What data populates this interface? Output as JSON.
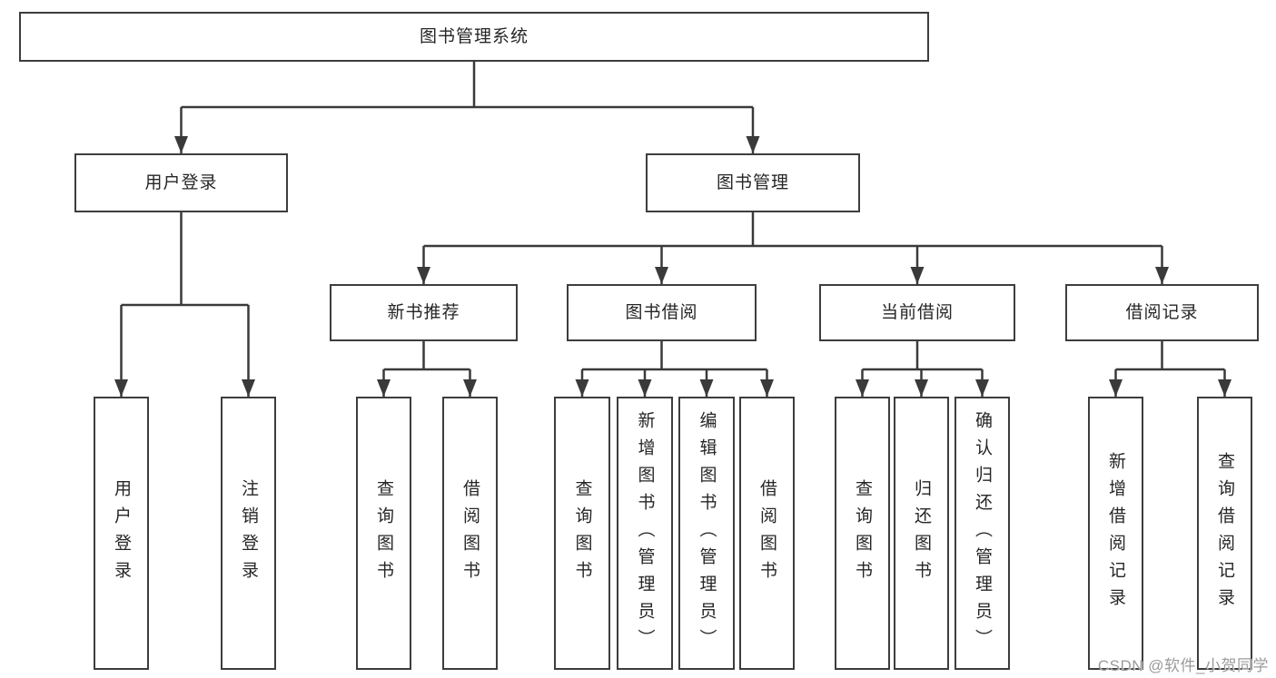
{
  "diagram": {
    "root": "图书管理系统",
    "level2": {
      "user_login": "用户登录",
      "book_management": "图书管理"
    },
    "level3": {
      "new_book": "新书推荐",
      "book_borrow": "图书借阅",
      "current_borrow": "当前借阅",
      "borrow_records": "借阅记录"
    },
    "leaves": {
      "user_login": [
        "用户登录",
        "注销登录"
      ],
      "new_book": [
        "查询图书",
        "借阅图书"
      ],
      "book_borrow": [
        "查询图书",
        "新增图书（管理员）",
        "编辑图书（管理员）",
        "借阅图书"
      ],
      "current_borrow": [
        "查询图书",
        "归还图书",
        "确认归还（管理员）"
      ],
      "borrow_records": [
        "新增借阅记录",
        "查询借阅记录"
      ]
    }
  },
  "watermark": "CSDN @软件_小贺同学",
  "colors": {
    "line": "#3a3a3a",
    "box_border": "#3d3d3d",
    "text": "#262626",
    "watermark_text": "#9b9b9b",
    "background": "#ffffff"
  }
}
